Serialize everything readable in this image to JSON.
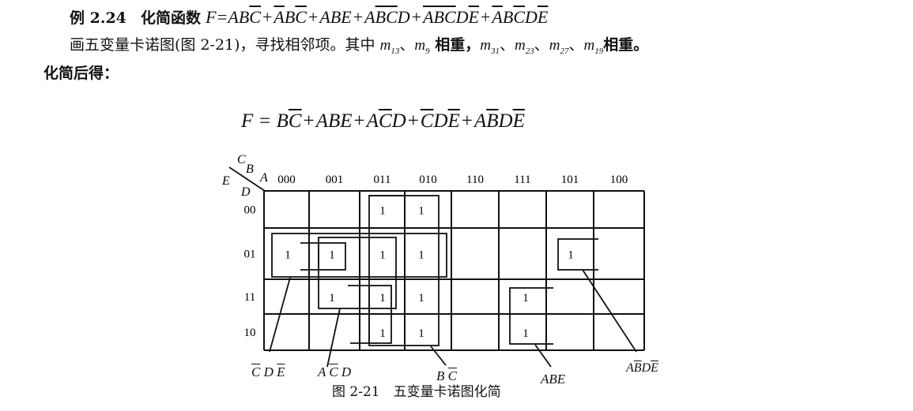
{
  "example": {
    "label": "例 2.24",
    "intro": "化简函数",
    "formula": [
      {
        "t": "F=",
        "bar": false
      },
      {
        "t": "A",
        "bar": false
      },
      {
        "t": "B",
        "bar": false
      },
      {
        "t": "C",
        "bar": true
      },
      {
        "t": "+",
        "bar": false,
        "op": true
      },
      {
        "t": "A",
        "bar": true
      },
      {
        "t": "B",
        "bar": false
      },
      {
        "t": "C",
        "bar": true
      },
      {
        "t": "+",
        "bar": false,
        "op": true
      },
      {
        "t": "ABE",
        "bar": false
      },
      {
        "t": "+",
        "bar": false,
        "op": true
      },
      {
        "t": "A",
        "bar": false
      },
      {
        "t": "B",
        "bar": true
      },
      {
        "t": "C",
        "bar": true
      },
      {
        "t": "D",
        "bar": false
      },
      {
        "t": "+",
        "bar": false,
        "op": true
      },
      {
        "t": "A",
        "bar": true
      },
      {
        "t": "B",
        "bar": true
      },
      {
        "t": "C",
        "bar": true
      },
      {
        "t": "D",
        "bar": false
      },
      {
        "t": "E",
        "bar": true
      },
      {
        "t": "+",
        "bar": false,
        "op": true
      },
      {
        "t": "A",
        "bar": true
      },
      {
        "t": "B",
        "bar": false
      },
      {
        "t": "C",
        "bar": true
      },
      {
        "t": "D",
        "bar": false
      },
      {
        "t": "E",
        "bar": true
      }
    ]
  },
  "paragraph": {
    "text1": "画五变量卡诺图(图 2-21)，寻找相邻项。其中 ",
    "m13": "13",
    "m9": "9",
    "text2": " 相重，",
    "m31": "31",
    "m23": "23",
    "m27": "27",
    "m19": "19",
    "text3": "相重。",
    "result_intro": "化简后得："
  },
  "result_formula": [
    {
      "t": "F = B",
      "bar": false
    },
    {
      "t": "C",
      "bar": true
    },
    {
      "t": "+",
      "bar": false,
      "op": true
    },
    {
      "t": "ABE",
      "bar": false
    },
    {
      "t": "+",
      "bar": false,
      "op": true
    },
    {
      "t": "A",
      "bar": false
    },
    {
      "t": "C",
      "bar": true
    },
    {
      "t": "D",
      "bar": false
    },
    {
      "t": "+",
      "bar": false,
      "op": true
    },
    {
      "t": "C",
      "bar": true
    },
    {
      "t": "D",
      "bar": false
    },
    {
      "t": "E",
      "bar": true
    },
    {
      "t": "+",
      "bar": false,
      "op": true
    },
    {
      "t": "A",
      "bar": false
    },
    {
      "t": "B",
      "bar": true
    },
    {
      "t": "D",
      "bar": false
    },
    {
      "t": "E",
      "bar": true
    }
  ],
  "kmap": {
    "corner": {
      "C": "C",
      "B": "B",
      "A": "A",
      "E": "E",
      "D": "D"
    },
    "col_headers": [
      "000",
      "001",
      "011",
      "010",
      "110",
      "111",
      "101",
      "100"
    ],
    "row_headers": [
      "00",
      "01",
      "11",
      "10"
    ],
    "cells": [
      [
        0,
        0,
        1,
        1,
        0,
        0,
        0,
        0
      ],
      [
        1,
        1,
        1,
        1,
        0,
        0,
        1,
        0
      ],
      [
        0,
        1,
        1,
        1,
        0,
        1,
        0,
        0
      ],
      [
        0,
        0,
        1,
        1,
        0,
        1,
        0,
        0
      ]
    ],
    "one_label": "1",
    "group_labels": {
      "cde": [
        {
          "t": "C",
          "bar": true
        },
        {
          "t": " D ",
          "bar": false
        },
        {
          "t": "E",
          "bar": true
        }
      ],
      "acd": [
        {
          "t": "A ",
          "bar": false
        },
        {
          "t": "C",
          "bar": true
        },
        {
          "t": " D",
          "bar": false
        }
      ],
      "bc": [
        {
          "t": "B ",
          "bar": false
        },
        {
          "t": "C",
          "bar": true
        }
      ],
      "abe": [
        {
          "t": "ABE",
          "bar": false
        }
      ],
      "abde": [
        {
          "t": "A",
          "bar": false
        },
        {
          "t": "B",
          "bar": true
        },
        {
          "t": "D",
          "bar": false
        },
        {
          "t": "E",
          "bar": true
        }
      ]
    }
  },
  "caption": "图 2-21　五变量卡诺图化简"
}
